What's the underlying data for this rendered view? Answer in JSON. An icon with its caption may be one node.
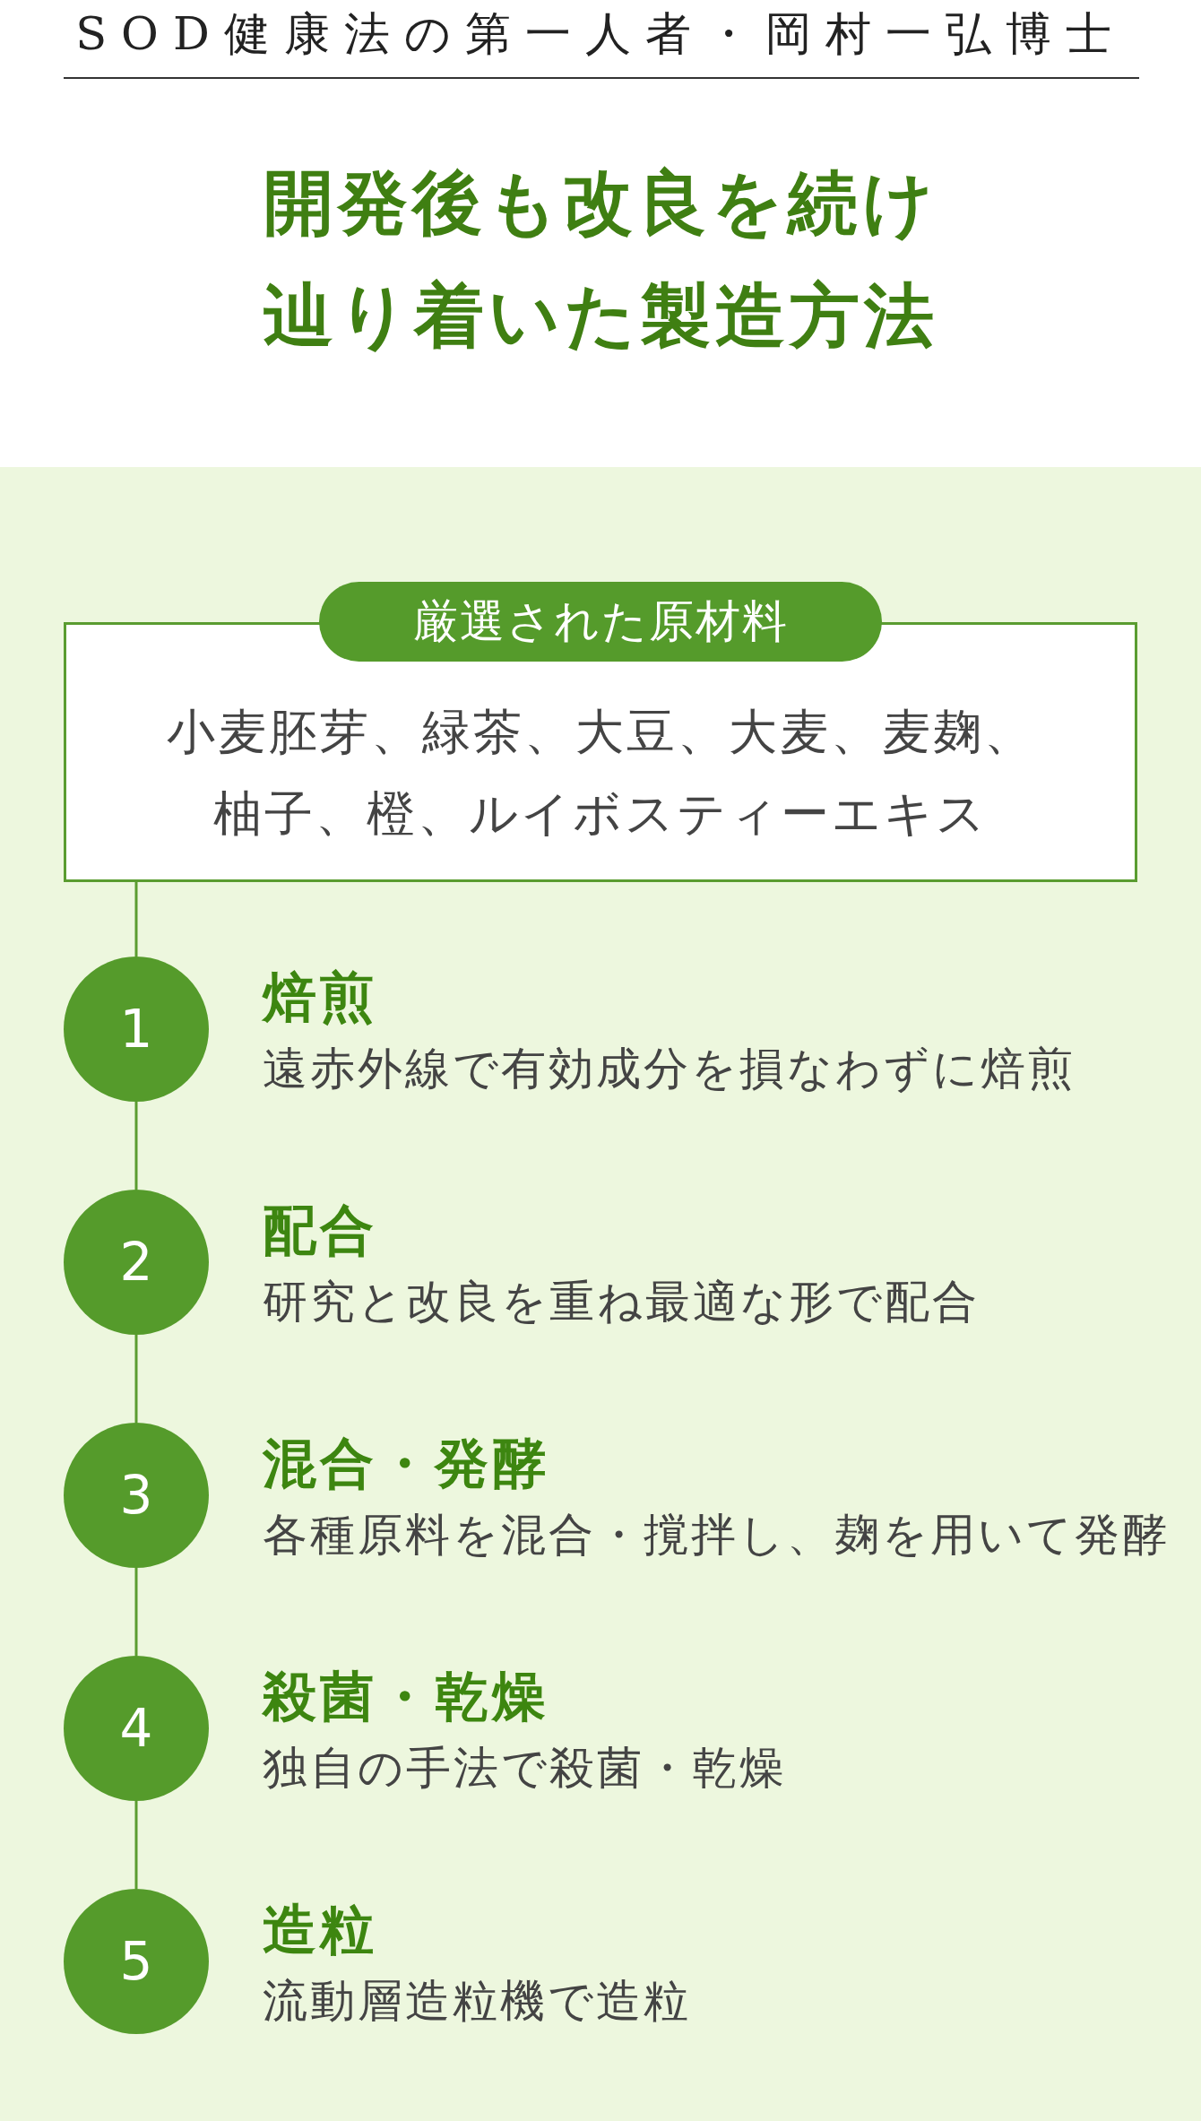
{
  "diagram": {
    "title": "開発後も改良を続け辿り着いた製造方法",
    "nodes": [
      {
        "text": [
          "厳選された原材料",
          "小麦胚芽、緑茶、大豆、大麦、麦麹、柚子、橙、ルイボスティーエキス"
        ]
      },
      {
        "text": [
          "1"
        ],
        "beside": [
          "焙煎",
          "遠赤外線で有効成分を損なわずに焙煎"
        ]
      },
      {
        "text": [
          "2"
        ],
        "beside": [
          "配合",
          "研究と改良を重ね最適な形で配合"
        ]
      },
      {
        "text": [
          "3"
        ],
        "beside": [
          "混合・発酵",
          "各種原料を混合・撹拌し、麹を用いて発酵"
        ]
      },
      {
        "text": [
          "4"
        ],
        "beside": [
          "殺菌・乾燥",
          "独自の手法で殺菌・乾燥"
        ]
      },
      {
        "text": [
          "5"
        ],
        "beside": [
          "造粒",
          "流動層造粒機で造粒"
        ]
      }
    ],
    "edges": [
      {
        "from": 0,
        "to": 1,
        "arrow": "none"
      },
      {
        "from": 1,
        "to": 2,
        "arrow": "none"
      },
      {
        "from": 2,
        "to": 3,
        "arrow": "none"
      },
      {
        "from": 3,
        "to": 4,
        "arrow": "none"
      },
      {
        "from": 4,
        "to": 5,
        "arrow": "none"
      }
    ],
    "labels": [
      "SOD健康法の第一人者・岡村一弘博士"
    ]
  }
}
